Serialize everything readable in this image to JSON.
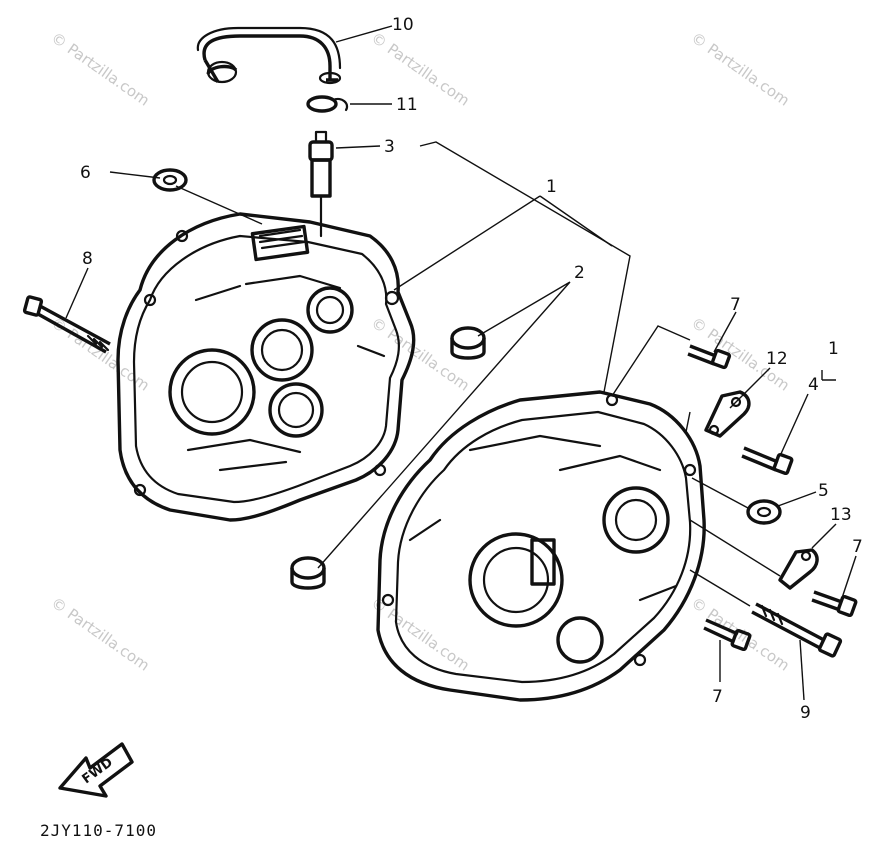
{
  "diagram": {
    "watermark": "© Partzilla.com",
    "code": "2JY110-7100",
    "fwd_label": "FWD",
    "callouts": {
      "c1_top": "1",
      "c1_right": "1",
      "c2": "2",
      "c3": "3",
      "c4": "4",
      "c5": "5",
      "c6": "6",
      "c7_a": "7",
      "c7_b": "7",
      "c7_c": "7",
      "c8": "8",
      "c9": "9",
      "c10": "10",
      "c11": "11",
      "c12": "12",
      "c13": "13"
    },
    "icons": {
      "fwd_arrow": "fwd-arrow-icon"
    }
  }
}
